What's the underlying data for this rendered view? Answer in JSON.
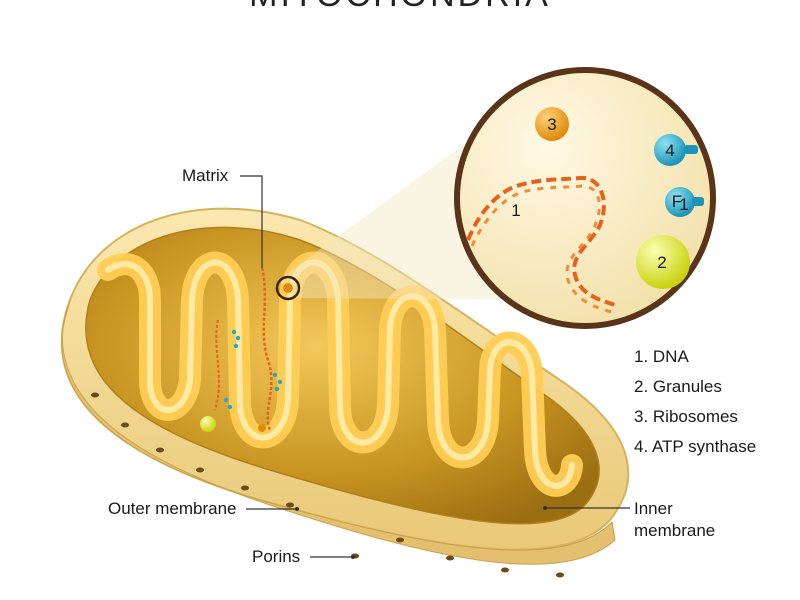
{
  "title": "MITOCHONDRIA",
  "labels": {
    "matrix": "Matrix",
    "outer_membrane": "Outer membrane",
    "porins": "Porins",
    "inner_membrane_1": "Inner",
    "inner_membrane_2": "membrane"
  },
  "legend": [
    "1. DNA",
    "2. Granules",
    "3. Ribosomes",
    "4. ATP synthase"
  ],
  "zoom_markers": {
    "dna": "1",
    "granule": "2",
    "ribosome": "3",
    "atp_synthase": "4",
    "f1": "F",
    "f1_sub": "1"
  },
  "colors": {
    "outer_membrane": "#f6d98a",
    "matrix_fill": "#c48f1d",
    "cristae": "#ffc94a",
    "dna": "#e8611a",
    "granule": "#e4ea2f",
    "ribosome": "#f0a020",
    "atp_synthase": "#2aa8c8",
    "zoom_bg": "#f8ecc4",
    "zoom_border": "#5a3418"
  }
}
